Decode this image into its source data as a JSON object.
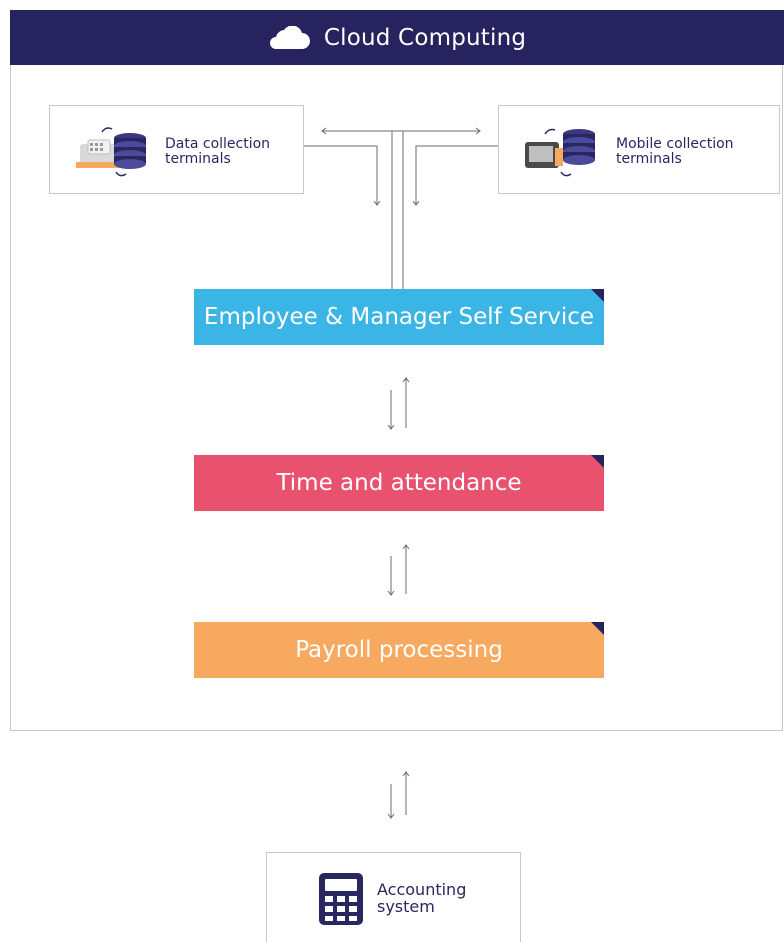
{
  "header": {
    "title": "Cloud Computing",
    "icon": "cloud-icon"
  },
  "terminals": {
    "data_collection": {
      "line1": "Data collection",
      "line2": "terminals",
      "icon": "cash-register-database-icon"
    },
    "mobile_collection": {
      "line1": "Mobile collection",
      "line2": "terminals",
      "icon": "mobile-device-database-icon"
    }
  },
  "stages": [
    {
      "label": "Employee & Manager Self Service",
      "color": "#3bb5e5"
    },
    {
      "label": "Time and attendance",
      "color": "#e8526f"
    },
    {
      "label": "Payroll processing",
      "color": "#f6a95f"
    }
  ],
  "accounting": {
    "line1": "Accounting",
    "line2": "system",
    "icon": "calculator-icon"
  },
  "colors": {
    "navy": "#26235e",
    "border": "#c9c9c9"
  }
}
